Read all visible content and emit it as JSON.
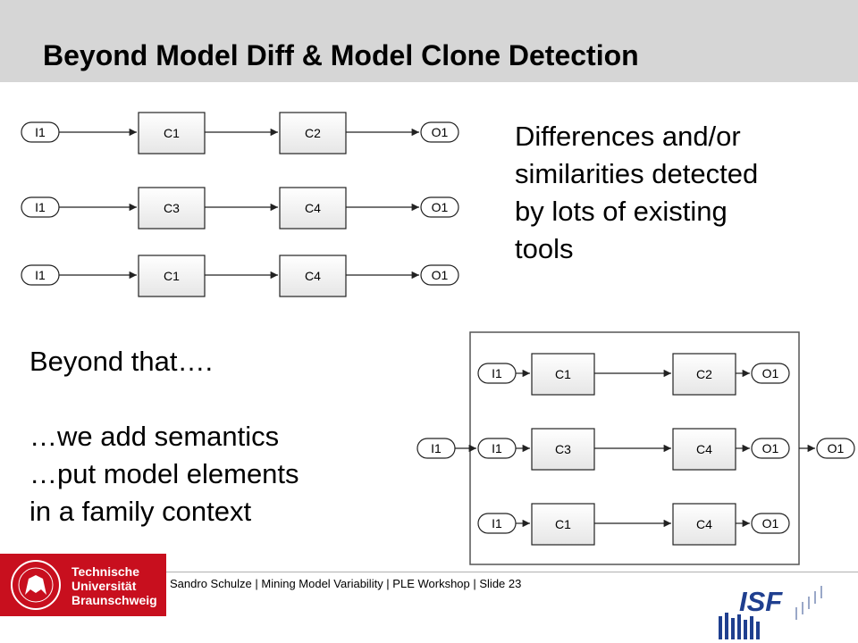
{
  "slide": {
    "title": "Beyond Model Diff & Model Clone Detection",
    "description_lines": [
      "Differences and/or",
      "similarities detected",
      "by lots of existing",
      "tools"
    ],
    "beyond_lines": [
      "Beyond that….",
      "",
      "…we add semantics",
      "…put model elements",
      "in a family context"
    ],
    "footer": "Sandro Schulze | Mining Model Variability | PLE Workshop | Slide 23",
    "logo_lines": [
      "Technische",
      "Universität",
      "Braunschweig"
    ],
    "isf_logo": "ISF"
  },
  "models": [
    [
      "I1",
      "C1",
      "C2",
      "O1"
    ],
    [
      "I1",
      "C3",
      "C4",
      "O1"
    ],
    [
      "I1",
      "C1",
      "C4",
      "O1"
    ]
  ],
  "family": {
    "external_input": "I1",
    "external_output": "O1",
    "rows": [
      [
        "I1",
        "C1",
        "C2",
        "O1"
      ],
      [
        "I1",
        "C3",
        "C4",
        "O1"
      ],
      [
        "I1",
        "C1",
        "C4",
        "O1"
      ]
    ]
  },
  "colors": {
    "accent": "#c80f1e",
    "header": "#d6d6d6",
    "isf": "#1f3f8f"
  }
}
